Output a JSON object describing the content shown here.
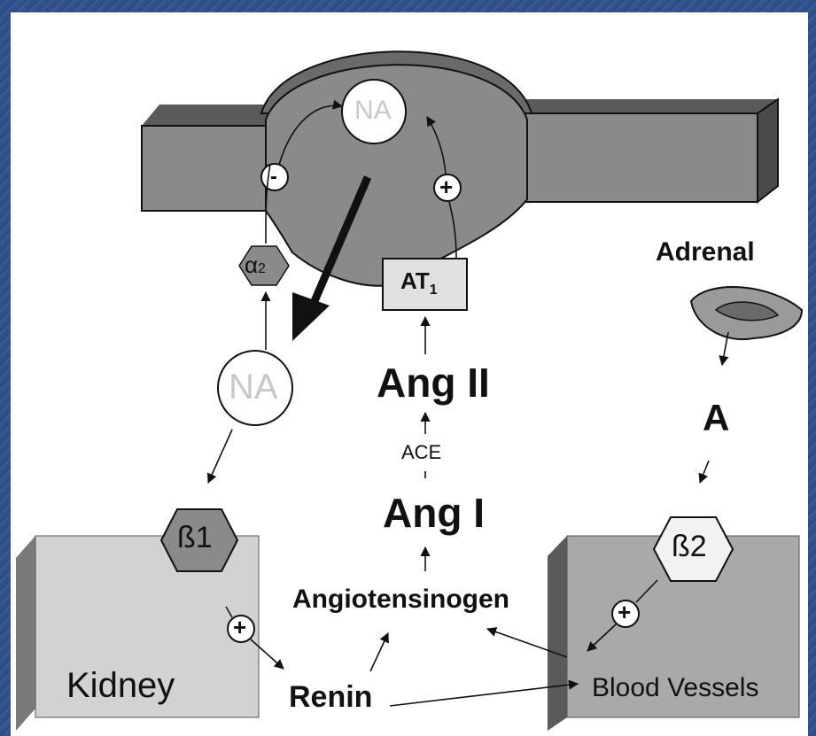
{
  "labels": {
    "na_top": "NA",
    "na_mid": "NA",
    "minus": "-",
    "plus_top": "+",
    "alpha_sym": "α",
    "alpha_sub": "2",
    "at1_main": "AT",
    "at1_sub": "1",
    "adrenal": "Adrenal",
    "ang2": "Ang II",
    "ace": "ACE",
    "ang1": "Ang I",
    "a": "A",
    "beta1_sym": "ß",
    "beta1_sub": "1",
    "beta2_sym": "ß",
    "beta2_sub": "2",
    "angiotensinogen": "Angiotensinogen",
    "plus_kidney": "+",
    "plus_vessels": "+",
    "kidney": "Kidney",
    "renin": "Renin",
    "blood_vessels": "Blood Vessels"
  },
  "colors": {
    "neuron": "#8a8a8a",
    "kidney": "#d2d2d2",
    "vessels": "#a9a9a9",
    "background": "#2f4f8a"
  }
}
